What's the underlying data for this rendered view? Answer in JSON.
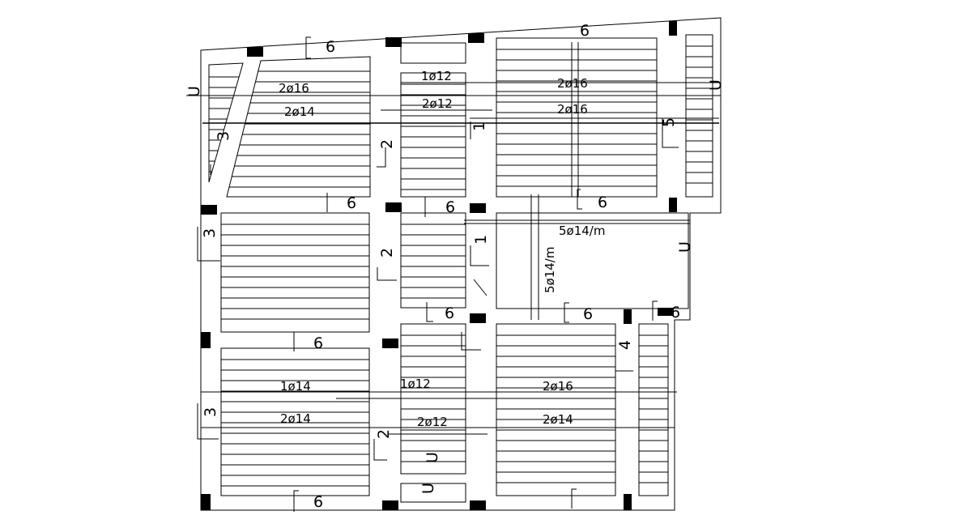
{
  "drawing": {
    "line_color": "#000000",
    "background": "#ffffff",
    "rebar_labels": [
      "2ø16",
      "2ø14",
      "1ø12",
      "2ø12",
      "2ø16",
      "2ø16",
      "5ø14/m",
      "5ø14/m",
      "1ø14",
      "1ø12",
      "2ø16",
      "2ø14",
      "2ø12",
      "2ø14"
    ],
    "section_marks": [
      "6",
      "6",
      "6",
      "6",
      "6",
      "6",
      "6",
      "6",
      "6",
      "6",
      "2",
      "2",
      "2",
      "1",
      "1",
      "3",
      "3",
      "3",
      "5",
      "4",
      "U",
      "U",
      "U",
      "U",
      "U"
    ]
  }
}
